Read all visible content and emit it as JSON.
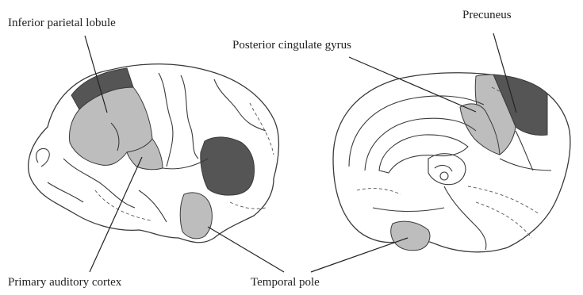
{
  "labels": {
    "inferior_parietal_lobule": "Inferior parietal lobule",
    "precuneus": "Precuneus",
    "posterior_cingulate_gyrus": "Posterior cingulate gyrus",
    "primary_auditory_cortex": "Primary auditory cortex",
    "temporal_pole": "Temporal pole"
  },
  "colors": {
    "dark_region": "#555555",
    "light_region": "#bdbdbd",
    "outline": "#3a3a3a",
    "background": "#ffffff"
  }
}
